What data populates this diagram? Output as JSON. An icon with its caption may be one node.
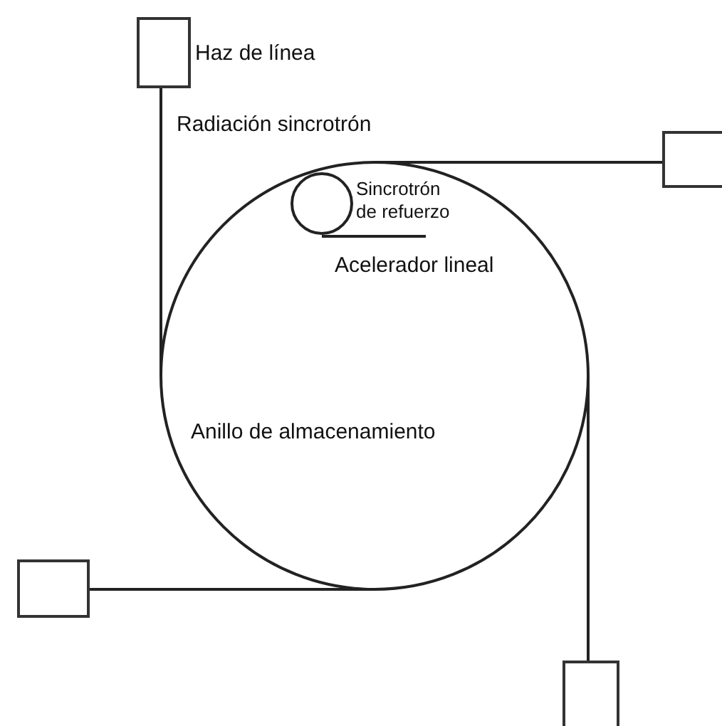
{
  "diagram": {
    "nodes": [
      {
        "text": [],
        "shape": "box",
        "beside": [
          "Haz de línea"
        ]
      },
      {
        "text": [],
        "shape": "box"
      },
      {
        "text": [
          "Anillo de almacenamiento"
        ]
      },
      {
        "text": [],
        "shape": "circle",
        "in": 2,
        "beside": [
          "Sincrotrón de refuerzo"
        ]
      },
      {
        "text": [],
        "shape": "bar",
        "in": 2,
        "beside": [
          "Acelerador lineal"
        ]
      },
      {
        "text": [],
        "shape": "box"
      },
      {
        "text": [],
        "shape": "box"
      }
    ],
    "edges": [
      {
        "from": 2,
        "to": 0,
        "arrow": "none",
        "label": "Radiación sincrotrón"
      },
      {
        "from": 2,
        "to": 1,
        "arrow": "none"
      },
      {
        "from": 2,
        "to": 5,
        "arrow": "none"
      },
      {
        "from": 2,
        "to": 6,
        "arrow": "none"
      }
    ]
  }
}
